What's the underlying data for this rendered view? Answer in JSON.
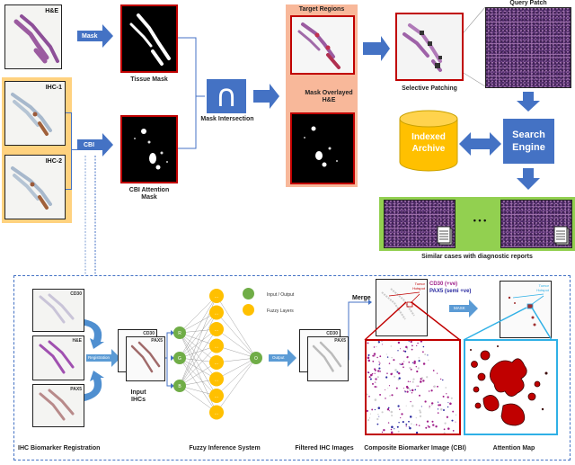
{
  "top_pipeline": {
    "inputs": {
      "he_label": "H&E",
      "ihc1_label": "IHC-1",
      "ihc2_label": "IHC-2"
    },
    "arrows": {
      "mask_label": "Mask",
      "cbi_label": "CBI"
    },
    "tissue_mask_caption": "Tissue Mask",
    "cbi_attention_caption_line1": "CBI Attention",
    "cbi_attention_caption_line2": "Mask",
    "mask_intersection_caption": "Mask Intersection",
    "mask_intersection_symbol": "∩",
    "target_regions": {
      "title": "Target Regions",
      "overlay_caption_line1": "Mask Overlayed",
      "overlay_caption_line2": "H&E"
    },
    "selective_patching_caption": "Selective Patching",
    "query_patch_caption": "Query Patch",
    "indexed_archive_line1": "Indexed",
    "indexed_archive_line2": "Archive",
    "search_engine_line1": "Search",
    "search_engine_line2": "Engine",
    "results_ellipsis": "• • •",
    "results_caption": "Similar cases with diagnostic reports"
  },
  "bottom_pipeline": {
    "registration": {
      "slide_labels": [
        "CD30",
        "H&E",
        "PAX5"
      ],
      "registration_arrow_label": "Registration",
      "caption": "IHC Biomarker Registration"
    },
    "input_ihcs": {
      "back_label": "CD30",
      "front_label": "PAX5",
      "caption_line1": "Input",
      "caption_line2": "IHCs"
    },
    "fuzzy": {
      "input_nodes": [
        "R",
        "G",
        "B"
      ],
      "hidden_node_count": 8,
      "hidden_node_label": "...",
      "output_node": "O",
      "legend": [
        {
          "label": "Input / Output",
          "color": "#70ad47"
        },
        {
          "label": "Fuzzy Layers",
          "color": "#ffc000"
        }
      ],
      "output_arrow_label": "Output",
      "caption": "Fuzzy Inference System"
    },
    "filtered": {
      "back_label": "CD30",
      "front_label": "PAX5",
      "caption": "Filtered IHC Images"
    },
    "merge_label": "Merge",
    "cbi": {
      "hotspot_label_line1": "Tumor",
      "hotspot_label_line2": "Hotspot",
      "cd30_legend": "CD30 (+ve)",
      "pax5_legend": "PAX5 (semi +ve)",
      "caption": "Composite Biomarker Image (CBI)"
    },
    "mask_arrow_label": "MASK",
    "attention": {
      "hotspot_label_line1": "Tumor",
      "hotspot_label_line2": "Hotspot",
      "caption": "Attention Map"
    }
  },
  "colors": {
    "arrow_blue": "#4472c4",
    "frame_red": "#c00000",
    "ihc_panel": "#ffd27f",
    "target_panel": "#f8b89a",
    "archive_yellow": "#ffc000",
    "results_green": "#92d050",
    "cyan": "#2fb0e6",
    "cd30_purple": "#a0208a",
    "pax5_blue": "#2a2aa0"
  }
}
